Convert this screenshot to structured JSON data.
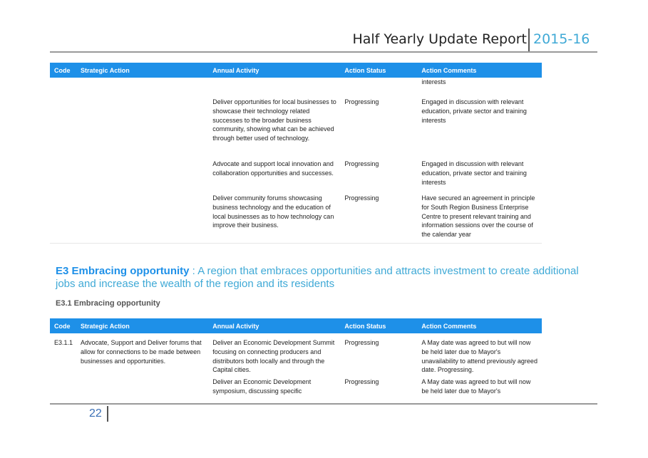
{
  "header": {
    "title": "Half Yearly Update Report",
    "year": "2015-16"
  },
  "table_columns": [
    "Code",
    "Strategic Action",
    "Annual Activity",
    "Action Status",
    "Action Comments"
  ],
  "table1_rows": [
    {
      "code": "",
      "strategic": "",
      "activity": "",
      "status": "",
      "comments": "interests"
    },
    {
      "code": "",
      "strategic": "",
      "activity": "Deliver opportunities for local businesses to showcase their technology related successes to the broader business community, showing what can be achieved through better used of technology.",
      "status": "Progressing",
      "comments": "Engaged in discussion with relevant education, private sector and training interests"
    },
    {
      "code": "",
      "strategic": "",
      "activity": "Advocate and support local innovation and collaboration opportunities and successes.",
      "status": "Progressing",
      "comments": "Engaged in discussion with relevant education, private sector and training interests"
    },
    {
      "code": "",
      "strategic": "",
      "activity": "Deliver community forums showcasing business technology and the education of local businesses as to how technology can improve their business.",
      "status": "Progressing",
      "comments": "Have secured an agreement in principle for South Region Business Enterprise Centre to present relevant training and information sessions over the course of the calendar year"
    }
  ],
  "section": {
    "title": "E3 Embracing opportunity",
    "description": " : A region that embraces opportunities and attracts investment to create additional jobs and increase the wealth of the region and its residents",
    "subheading": "E3.1 Embracing opportunity"
  },
  "table2_rows": [
    {
      "code": "E3.1.1",
      "strategic": "Advocate, Support and Deliver forums that allow for connections to be made between businesses and opportunities.",
      "activity": "Deliver an Economic Development Summit focusing on connecting producers and distributors both locally and through the Capital cities.",
      "status": "Progressing",
      "comments": "A May date was agreed to but will now be held later due to Mayor's unavailability to attend previously agreed date.  Progressing."
    },
    {
      "code": "",
      "strategic": "",
      "activity": "Deliver an Economic Development symposium, discussing specific",
      "status": "Progressing",
      "comments": "A May date was agreed to but will now be held later due to Mayor's"
    }
  ],
  "footer": {
    "page_number": "22"
  },
  "colors": {
    "accent": "#1e90e8",
    "section_text": "#3fa9d6",
    "header_text": "#222222"
  }
}
